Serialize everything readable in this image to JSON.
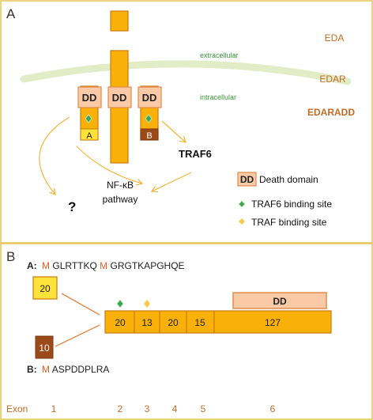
{
  "panel_a": {
    "label": "A",
    "ligand_labels": {
      "eda": "EDA",
      "edar": "EDAR",
      "edaradd": "EDARADD"
    },
    "region_labels": {
      "extracellular": "extracellular",
      "intracellular": "intracellular"
    },
    "dd": "DD",
    "variant_a": "A",
    "variant_b": "B",
    "traf6": "TRAF6",
    "nfkb_line1": "NF-κB",
    "nfkb_line2": "pathway",
    "question": "?",
    "legend": {
      "death_domain": "Death domain",
      "traf6_site": "TRAF6 binding site",
      "traf_site": "TRAF binding site"
    }
  },
  "panel_b": {
    "label": "B",
    "seq_a_label": "A:",
    "seq_a_first": "M",
    "seq_a_mid1": "GLRTTKQ",
    "seq_a_second": "M",
    "seq_a_rest": "GRGTKAPGHQE",
    "seq_b_label": "B:",
    "seq_b_first": "M",
    "seq_b_rest": "ASPDDPLRA",
    "exon1a_len": "20",
    "exon1b_len": "10",
    "exon_lengths": [
      "20",
      "13",
      "20",
      "15",
      "127"
    ],
    "dd": "DD",
    "exon_title": "Exon",
    "exon_numbers": [
      "1",
      "2",
      "3",
      "4",
      "5",
      "6"
    ]
  },
  "colors": {
    "orange": "#f9b10a",
    "orange_border": "#c87a10",
    "dd_fill": "#fac9a5",
    "dd_border": "#e08b4f",
    "brown": "#9c4a1a",
    "label_orange": "#c06b28",
    "green": "#3aa35a",
    "yellow_box": "#ffe33a",
    "panel_border": "#e8c45a"
  }
}
